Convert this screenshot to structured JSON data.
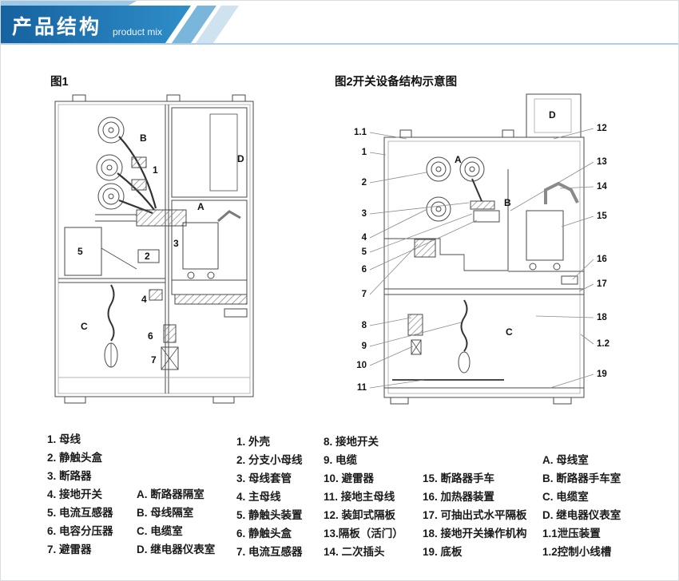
{
  "header": {
    "title": "产品结构",
    "subtitle": "product mix"
  },
  "fig1": {
    "title": "图1",
    "labels": {
      "B": "B",
      "n1": "1",
      "D": "D",
      "A": "A",
      "n3": "3",
      "n5": "5",
      "n2": "2",
      "n4": "4",
      "C": "C",
      "n6": "6",
      "n7": "7"
    }
  },
  "fig2": {
    "title": "图2开关设备结构示意图",
    "labels": {
      "A": "A",
      "B": "B",
      "C": "C",
      "D": "D"
    },
    "left_callouts": [
      "1.1",
      "1",
      "2",
      "3",
      "4",
      "5",
      "6",
      "7",
      "8",
      "9",
      "10",
      "11"
    ],
    "right_callouts": [
      "12",
      "13",
      "14",
      "15",
      "16",
      "17",
      "18",
      "1.2",
      "19"
    ]
  },
  "legend": {
    "col1": [
      {
        "a": "1. 母线",
        "b": ""
      },
      {
        "a": "2. 静触头盒",
        "b": ""
      },
      {
        "a": "3. 断路器",
        "b": ""
      },
      {
        "a": "4. 接地开关",
        "b": "A. 断路器隔室"
      },
      {
        "a": "5. 电流互感器",
        "b": "B. 母线隔室"
      },
      {
        "a": "6. 电容分压器",
        "b": "C. 电缆室"
      },
      {
        "a": "7. 避雷器",
        "b": "D. 继电器仪表室"
      }
    ],
    "col2": [
      "1. 外壳",
      "2. 分支小母线",
      "3. 母线套管",
      "4. 主母线",
      "5. 静触头装置",
      "6. 静触头盒",
      "7. 电流互感器"
    ],
    "col3": [
      "8. 接地开关",
      "9. 电缆",
      "10. 避雷器",
      "11. 接地主母线",
      "12. 装卸式隔板",
      "13.隔板（活门）",
      "14. 二次插头"
    ],
    "col4": [
      "15. 断路器手车",
      "16. 加热器装置",
      "17. 可抽出式水平隔板",
      "18. 接地开关操作机构",
      "19. 底板"
    ],
    "col5": [
      "A. 母线室",
      "B. 断路器手车室",
      "C. 电缆室",
      "D. 继电器仪表室",
      "1.1泄压装置",
      "1.2控制小线槽"
    ]
  }
}
